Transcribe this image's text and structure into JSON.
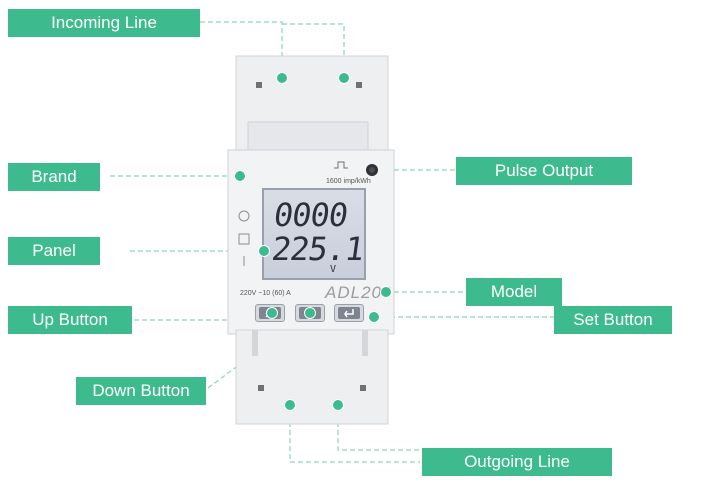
{
  "labels": {
    "incoming_line": "Incoming Line",
    "brand": "Brand",
    "pulse_output": "Pulse Output",
    "panel": "Panel",
    "model": "Model",
    "up_button": "Up Button",
    "set_button": "Set Button",
    "down_button": "Down Button",
    "outgoing_line": "Outgoing Line"
  },
  "meter": {
    "display_line1": "0000",
    "display_line2": "225.1",
    "unit": "V",
    "pulse_rate": "1600 imp/kWh",
    "rating": "220V ~10 (60) A",
    "model_name": "ADL200"
  },
  "colors": {
    "label_bg": "#3dbb8e",
    "label_text": "#ffffff",
    "leader_line": "#8fd3b8",
    "device_body": "#eeeff1"
  },
  "icons": [
    "up-chevron-icon",
    "down-chevron-icon",
    "enter-icon"
  ]
}
